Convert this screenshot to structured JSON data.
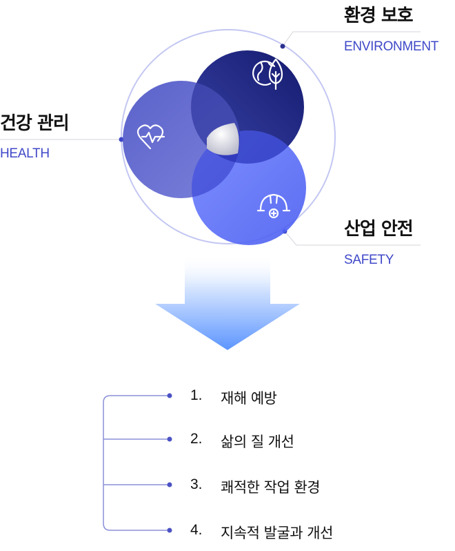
{
  "labels": {
    "environment": {
      "title": "환경 보호",
      "subtitle": "ENVIRONMENT"
    },
    "health": {
      "title": "건강 관리",
      "subtitle": "HEALTH"
    },
    "safety": {
      "title": "산업 안전",
      "subtitle": "SAFETY"
    }
  },
  "steps": [
    {
      "num": "1.",
      "text": "재해 예방"
    },
    {
      "num": "2.",
      "text": "삶의 질 개선"
    },
    {
      "num": "3.",
      "text": "쾌적한 작업 환경"
    },
    {
      "num": "4.",
      "text": "지속적 발굴과 개선"
    }
  ],
  "icons": {
    "environment": "globe-leaf-icon",
    "health": "heart-pulse-icon",
    "safety": "hard-hat-icon"
  },
  "colors": {
    "environment": "#1f2480",
    "health": "#4b52c4",
    "safety": "#5566f2",
    "accent": "#3f48c8",
    "arrow": "#6b9dff"
  }
}
